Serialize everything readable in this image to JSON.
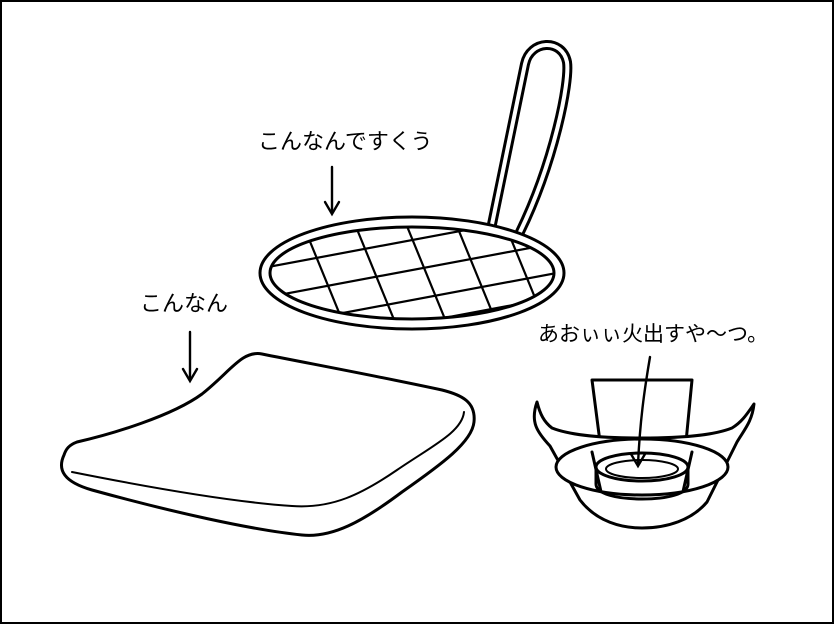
{
  "labels": {
    "grill": "こんなんですくう",
    "board": "こんなん",
    "stove": "あおぃぃ火出すや〜つ。"
  },
  "colors": {
    "line": "#000000",
    "background": "#ffffff"
  }
}
